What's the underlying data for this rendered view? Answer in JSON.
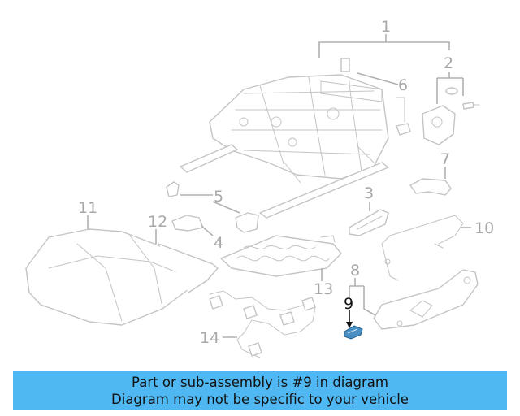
{
  "callouts": {
    "c1": "1",
    "c2": "2",
    "c3": "3",
    "c4": "4",
    "c5": "5",
    "c6": "6",
    "c7": "7",
    "c8": "8",
    "c9": "9",
    "c10": "10",
    "c11": "11",
    "c12": "12",
    "c13": "13",
    "c14": "14"
  },
  "highlight": {
    "part_number": "9",
    "color": "#4a90c4"
  },
  "banner": {
    "line1": "Part or sub-assembly is #9 in diagram",
    "line2": "Diagram may not be specific to your vehicle",
    "background": "#4fb8f3"
  }
}
